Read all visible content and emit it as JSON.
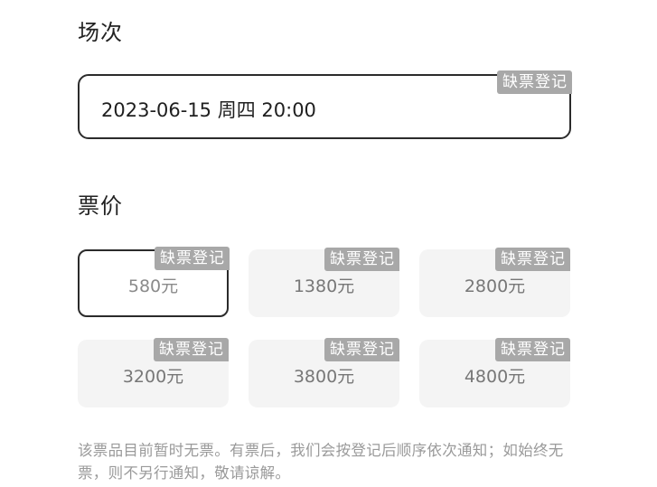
{
  "sections": {
    "session_title": "场次",
    "price_title": "票价"
  },
  "session": {
    "datetime": "2023-06-15 周四 20:00",
    "badge": "缺票登记"
  },
  "prices": [
    {
      "label": "580元",
      "badge": "缺票登记",
      "selected": true
    },
    {
      "label": "1380元",
      "badge": "缺票登记",
      "selected": false
    },
    {
      "label": "2800元",
      "badge": "缺票登记",
      "selected": false
    },
    {
      "label": "3200元",
      "badge": "缺票登记",
      "selected": false
    },
    {
      "label": "3800元",
      "badge": "缺票登记",
      "selected": false
    },
    {
      "label": "4800元",
      "badge": "缺票登记",
      "selected": false
    }
  ],
  "note": "该票品目前暂时无票。有票后，我们会按登记后顺序依次通知；如始终无票，则不另行通知，敬请谅解。",
  "colors": {
    "selected_border": "#2b2b2b",
    "badge_bg": "#a8a8a8",
    "card_bg": "#f4f4f4"
  }
}
